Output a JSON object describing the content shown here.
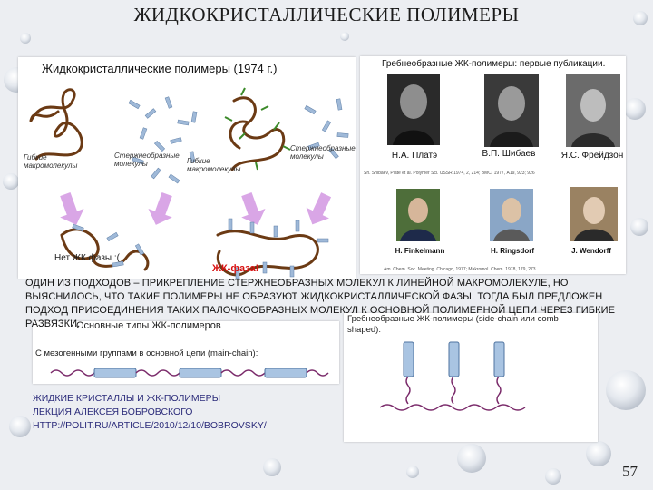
{
  "slide": {
    "title": "ЖИДКОКРИСТАЛЛИЧЕСКИЕ ПОЛИМЕРЫ",
    "page_number": "57"
  },
  "left_figure": {
    "heading": "Жидкокристаллические полимеры (1974 г.)",
    "label_macro_1": "Гибкие макромолекулы",
    "label_rods_1": "Стержнеобразные молекулы",
    "label_macro_2": "Гибкие макромолекулы",
    "label_rods_2": "Стержнеобразные молекулы",
    "no_lc_phase": "Нет ЖК фазы :(",
    "lc_phase": "ЖК-фаза!",
    "colors": {
      "polymer": "#6b3a14",
      "rod": "#9fb9d8",
      "arrow": "#d9a6e6",
      "lc": "#d81010"
    }
  },
  "right_figure": {
    "heading": "Гребнеобразные ЖК-полимеры: первые публикации.",
    "names_top": [
      "Н.А. Платэ",
      "В.П. Шибаев",
      "Я.С. Фрейдзон"
    ],
    "ref_top": "Sh. Shibaev, Platé et al. Polymer Sci. USSR 1974, 2, 214; ВМС, 1977, A19, 923; 926",
    "names_bottom": [
      "H. Finkelmann",
      "H. Ringsdorf",
      "J. Wendorff"
    ],
    "ref_bottom": "Am. Chem. Soc. Meeting. Chicago, 1977; Makromol. Chem. 1978, 179, 273"
  },
  "main_text": "ОДИН ИЗ ПОДХОДОВ – ПРИКРЕПЛЕНИЕ СТЕРЖНЕОБРАЗНЫХ МОЛЕКУЛ К ЛИНЕЙНОЙ МАКРОМОЛЕКУЛЕ, НО ВЫЯСНИЛОСЬ, ЧТО ТАКИЕ ПОЛИМЕРЫ НЕ ОБРАЗУЮТ ЖИДКОКРИСТАЛЛИЧЕСКОЙ ФАЗЫ. ТОГДА БЫЛ ПРЕДЛОЖЕН ПОДХОД ПРИСОЕДИНЕНИЯ ТАКИХ ПАЛОЧКООБРАЗНЫХ МОЛЕКУЛ К ОСНОВНОЙ ПОЛИМЕРНОЙ ЦЕПИ ЧЕРЕЗ ГИБКИЕ РАЗВЯЗКИ.",
  "bottom_left_figure": {
    "heading": "Основные типы ЖК-полимеров",
    "caption": "С мезогенными группами в основной цепи (main-chain):"
  },
  "bottom_right_figure": {
    "caption": "Гребнеобразные ЖК-полимеры (side-chain или comb shaped):"
  },
  "source": {
    "line1": "ЖИДКИЕ КРИСТАЛЛЫ И ЖК-ПОЛИМЕРЫ",
    "line2": "ЛЕКЦИЯ АЛЕКСЕЯ БОБРОВСКОГО",
    "line3": "HTTP://POLIT.RU/ARTICLE/2010/12/10/BOBROVSKY/"
  }
}
